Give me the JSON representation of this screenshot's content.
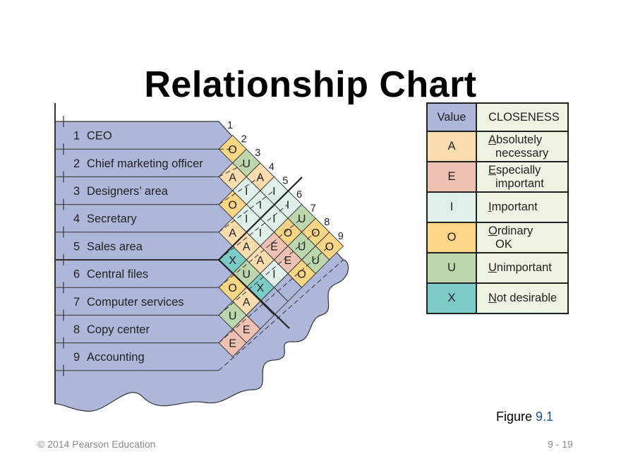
{
  "title": "Relationship Chart",
  "departments": [
    {
      "number": "1",
      "name": "CEO"
    },
    {
      "number": "2",
      "name": "Chief marketing officer"
    },
    {
      "number": "3",
      "name": "Designers’ area"
    },
    {
      "number": "4",
      "name": "Secretary"
    },
    {
      "number": "5",
      "name": "Sales area"
    },
    {
      "number": "6",
      "name": "Central files"
    },
    {
      "number": "7",
      "name": "Computer services"
    },
    {
      "number": "8",
      "name": "Copy center"
    },
    {
      "number": "9",
      "name": "Accounting"
    }
  ],
  "relationships": [
    {
      "pair": [
        1,
        2
      ],
      "code": "O"
    },
    {
      "pair": [
        1,
        3
      ],
      "code": "U"
    },
    {
      "pair": [
        1,
        4
      ],
      "code": "A"
    },
    {
      "pair": [
        1,
        5
      ],
      "code": "I"
    },
    {
      "pair": [
        1,
        6
      ],
      "code": "I"
    },
    {
      "pair": [
        1,
        7
      ],
      "code": "U"
    },
    {
      "pair": [
        1,
        8
      ],
      "code": "O"
    },
    {
      "pair": [
        1,
        9
      ],
      "code": "O"
    },
    {
      "pair": [
        2,
        3
      ],
      "code": "A"
    },
    {
      "pair": [
        2,
        4
      ],
      "code": "I"
    },
    {
      "pair": [
        2,
        5
      ],
      "code": "I"
    },
    {
      "pair": [
        2,
        6
      ],
      "code": "I"
    },
    {
      "pair": [
        2,
        7
      ],
      "code": "O"
    },
    {
      "pair": [
        2,
        8
      ],
      "code": "U"
    },
    {
      "pair": [
        2,
        9
      ],
      "code": "U"
    },
    {
      "pair": [
        3,
        4
      ],
      "code": "O"
    },
    {
      "pair": [
        3,
        5
      ],
      "code": "I"
    },
    {
      "pair": [
        3,
        6
      ],
      "code": "I"
    },
    {
      "pair": [
        3,
        7
      ],
      "code": "E"
    },
    {
      "pair": [
        3,
        8
      ],
      "code": "E"
    },
    {
      "pair": [
        3,
        9
      ],
      "code": "O"
    },
    {
      "pair": [
        4,
        5
      ],
      "code": "A"
    },
    {
      "pair": [
        4,
        6
      ],
      "code": "A"
    },
    {
      "pair": [
        4,
        7
      ],
      "code": "A"
    },
    {
      "pair": [
        4,
        8
      ],
      "code": "I"
    },
    {
      "pair": [
        5,
        6
      ],
      "code": "X"
    },
    {
      "pair": [
        5,
        7
      ],
      "code": "U"
    },
    {
      "pair": [
        5,
        8
      ],
      "code": "X"
    },
    {
      "pair": [
        6,
        7
      ],
      "code": "O"
    },
    {
      "pair": [
        6,
        8
      ],
      "code": "A"
    },
    {
      "pair": [
        7,
        8
      ],
      "code": "U"
    },
    {
      "pair": [
        7,
        9
      ],
      "code": "E"
    },
    {
      "pair": [
        8,
        9
      ],
      "code": "E"
    }
  ],
  "colors": {
    "A": "#fbdcae",
    "E": "#efc1b3",
    "I": "#dff0ea",
    "O": "#fcd684",
    "U": "#bcd6ad",
    "X": "#7dcbc7",
    "header": "#aeb7d9",
    "desc": "#eef4e4",
    "panel": "#aeb7d9"
  },
  "legend": {
    "header": {
      "value": "Value",
      "closeness": "CLOSENESS"
    },
    "rows": [
      {
        "code": "A",
        "initial": "A",
        "rest1": "bsolutely",
        "line2": "necessary"
      },
      {
        "code": "E",
        "initial": "E",
        "rest1": "specially",
        "line2": "important"
      },
      {
        "code": "I",
        "initial": "I",
        "rest1": "mportant",
        "line2": ""
      },
      {
        "code": "O",
        "initial": "O",
        "rest1": "rdinary",
        "line2": "OK"
      },
      {
        "code": "U",
        "initial": "U",
        "rest1": "nimportant",
        "line2": ""
      },
      {
        "code": "X",
        "initial": "N",
        "rest1": "ot desirable",
        "line2": ""
      }
    ]
  },
  "figure": {
    "prefix": "Figure",
    "number": "9.1"
  },
  "footer": {
    "copyright": "© 2014 Pearson Education",
    "slide": "9 - 19"
  }
}
